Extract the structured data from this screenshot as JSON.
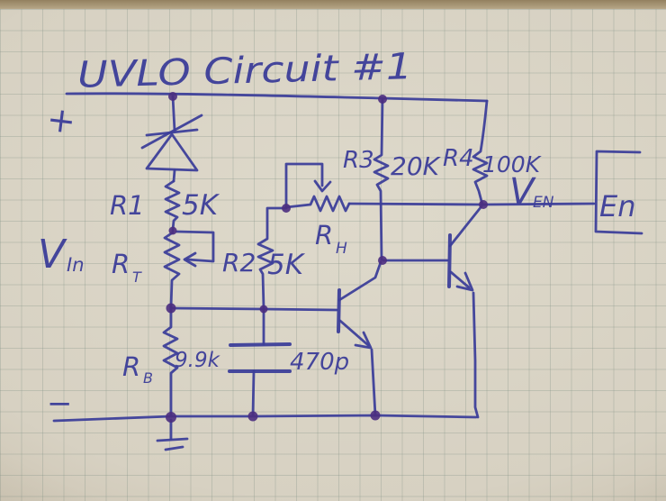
{
  "title": "UVLO Circuit #1",
  "colors": {
    "ink": "#3c3e99",
    "dot": "#4b2d80",
    "paper": "#d6d0c0"
  },
  "terminals": {
    "plus": "+",
    "minus": "−",
    "vin": {
      "base": "V",
      "sub": "In"
    },
    "ven": {
      "base": "V",
      "sub": "EN"
    },
    "en_pin": "En"
  },
  "components": {
    "zener": {
      "symbol": "zener-diode"
    },
    "r1": {
      "name": "R1",
      "value": "5K"
    },
    "rt": {
      "name": "R",
      "sub": "T",
      "symbol": "potentiometer"
    },
    "rb": {
      "name": "R",
      "sub": "B",
      "value": "9.9k"
    },
    "r2": {
      "name": "R2",
      "value": "5K"
    },
    "rh": {
      "name": "R",
      "sub": "H",
      "symbol": "potentiometer"
    },
    "c1": {
      "value": "470p",
      "symbol": "capacitor"
    },
    "r3": {
      "name": "R3",
      "value": "20K"
    },
    "r4": {
      "name": "R4",
      "value": "100K"
    },
    "q1": {
      "symbol": "npn-transistor"
    },
    "q2": {
      "symbol": "npn-transistor"
    },
    "gnd": {
      "symbol": "earth-ground"
    }
  }
}
